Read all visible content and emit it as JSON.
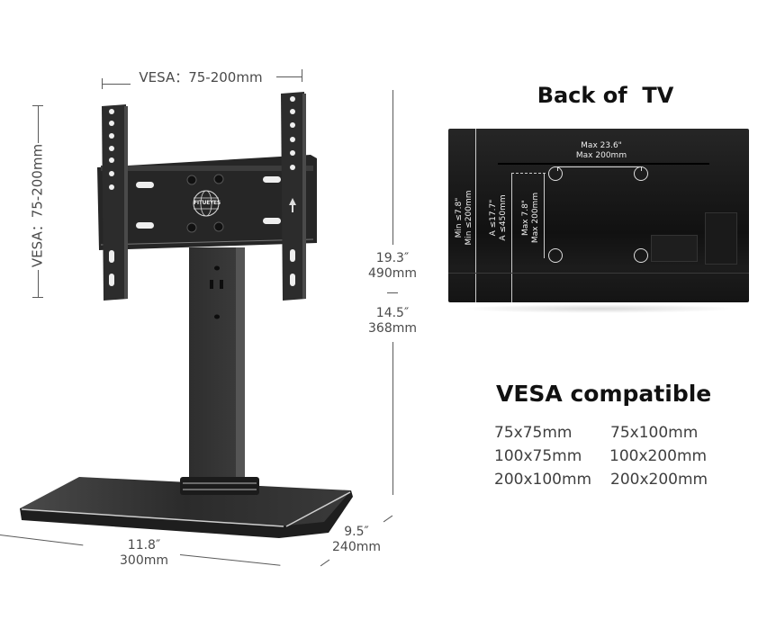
{
  "stand": {
    "vesa_horizontal_label": "VESA：75-200mm",
    "vesa_vertical_label": "VESA：75-200mm",
    "brand_logo": "FITUEYES",
    "height_max": {
      "inches": "19.3″",
      "mm": "490mm"
    },
    "height_min": {
      "inches": "14.5″",
      "mm": "368mm"
    },
    "base_width": {
      "inches": "11.8″",
      "mm": "300mm"
    },
    "base_depth": {
      "inches": "9.5″",
      "mm": "240mm"
    }
  },
  "back_of_tv": {
    "title": "Back of  TV",
    "horizontal_max": {
      "line1": "Max 23.6\"",
      "line2": "Max 200mm"
    },
    "vertical_min": {
      "line1": "Min ≤7.8\"",
      "line2": "Min ≤200mm"
    },
    "vertical_a": {
      "line1": "A ≤17.7\"",
      "line2": "A ≤450mm"
    },
    "vertical_max": {
      "line1": "Max 7.8\"",
      "line2": "Max 200mm"
    }
  },
  "vesa_compatible": {
    "title": "VESA compatible",
    "sizes": [
      [
        "75x75mm",
        "75x100mm"
      ],
      [
        "100x75mm",
        "100x200mm"
      ],
      [
        "200x100mm",
        "200x200mm"
      ]
    ]
  },
  "colors": {
    "metal_dark": "#2a2a2a",
    "tv_back": "#1a1a1a",
    "dimension_line": "#5a5a5a"
  }
}
